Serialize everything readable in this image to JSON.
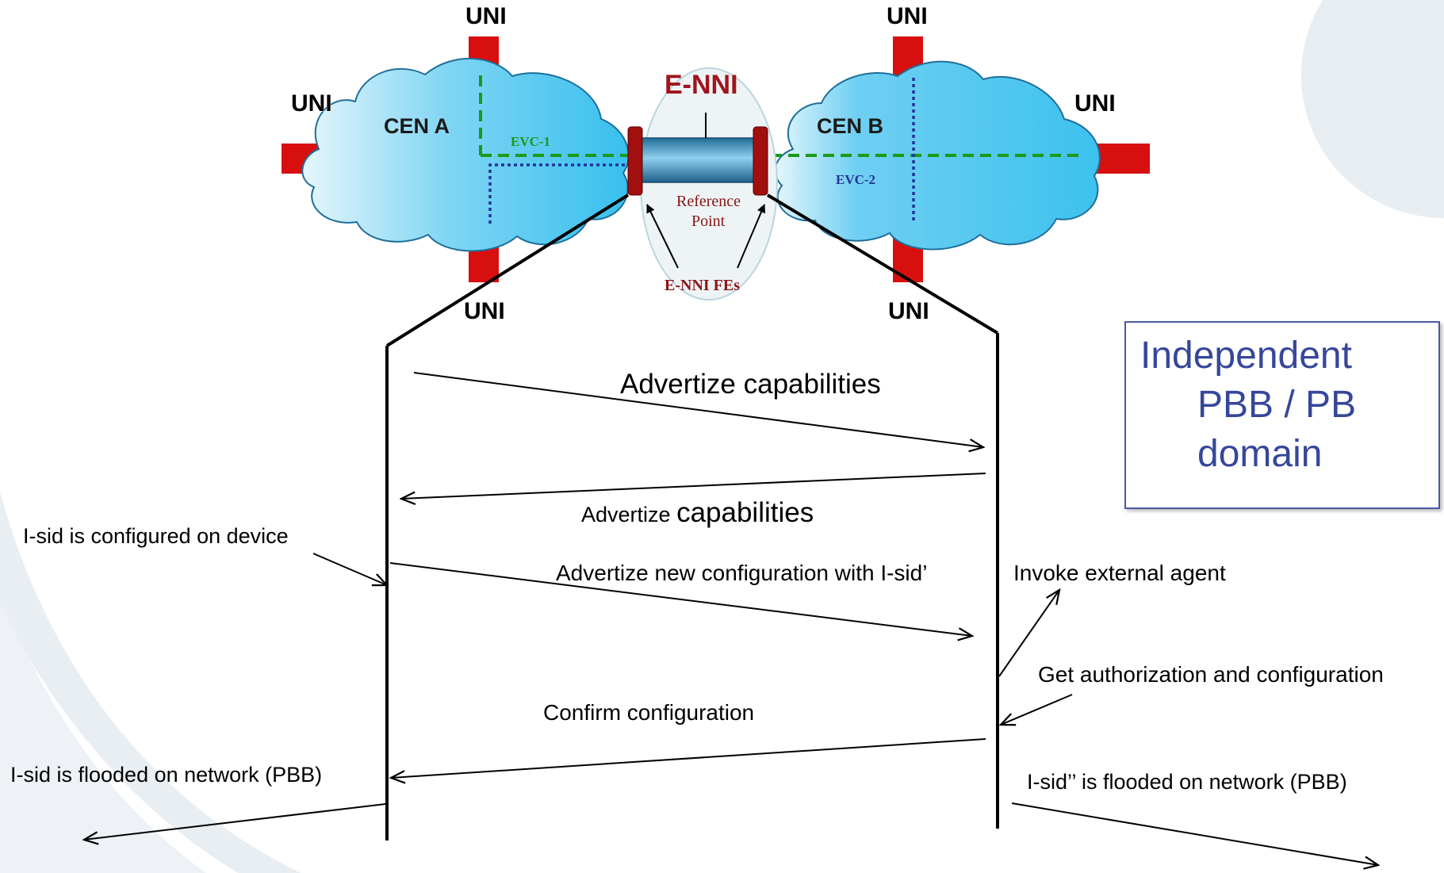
{
  "network": {
    "uni_labels": [
      "UNI",
      "UNI",
      "UNI",
      "UNI",
      "UNI",
      "UNI"
    ],
    "cen_a": "CEN A",
    "cen_b": "CEN B",
    "enni": "E-NNI",
    "evc1": "EVC-1",
    "evc2": "EVC-2",
    "reference_point": [
      "Reference",
      "Point"
    ],
    "enni_fes": "E-NNI FEs"
  },
  "domain_box": {
    "lines": [
      "Independent",
      "PBB / PB",
      "domain"
    ],
    "color": "#36479a"
  },
  "sequence": {
    "msg1": "Advertize capabilities",
    "msg2_small": "Advertize ",
    "msg2_large": "capabilities",
    "msg3": "Advertize new configuration with I-sid’",
    "msg4": "Confirm configuration",
    "note_left_configured": "I-sid is configured on device",
    "note_left_flooded": "I-sid is flooded on network (PBB)",
    "note_right_invoke": "Invoke  external agent",
    "note_right_auth": "Get authorization and configuration",
    "note_right_flooded": "I-sid’’ is flooded on network (PBB)"
  },
  "colors": {
    "cloud": "#4cc6f0",
    "uni_pipe": "#d80f0f",
    "evc1_line": "#1a9a1a",
    "evc2_line": "#22349a",
    "enni_text": "#a0151e",
    "watermark": "#e6ecf1"
  }
}
